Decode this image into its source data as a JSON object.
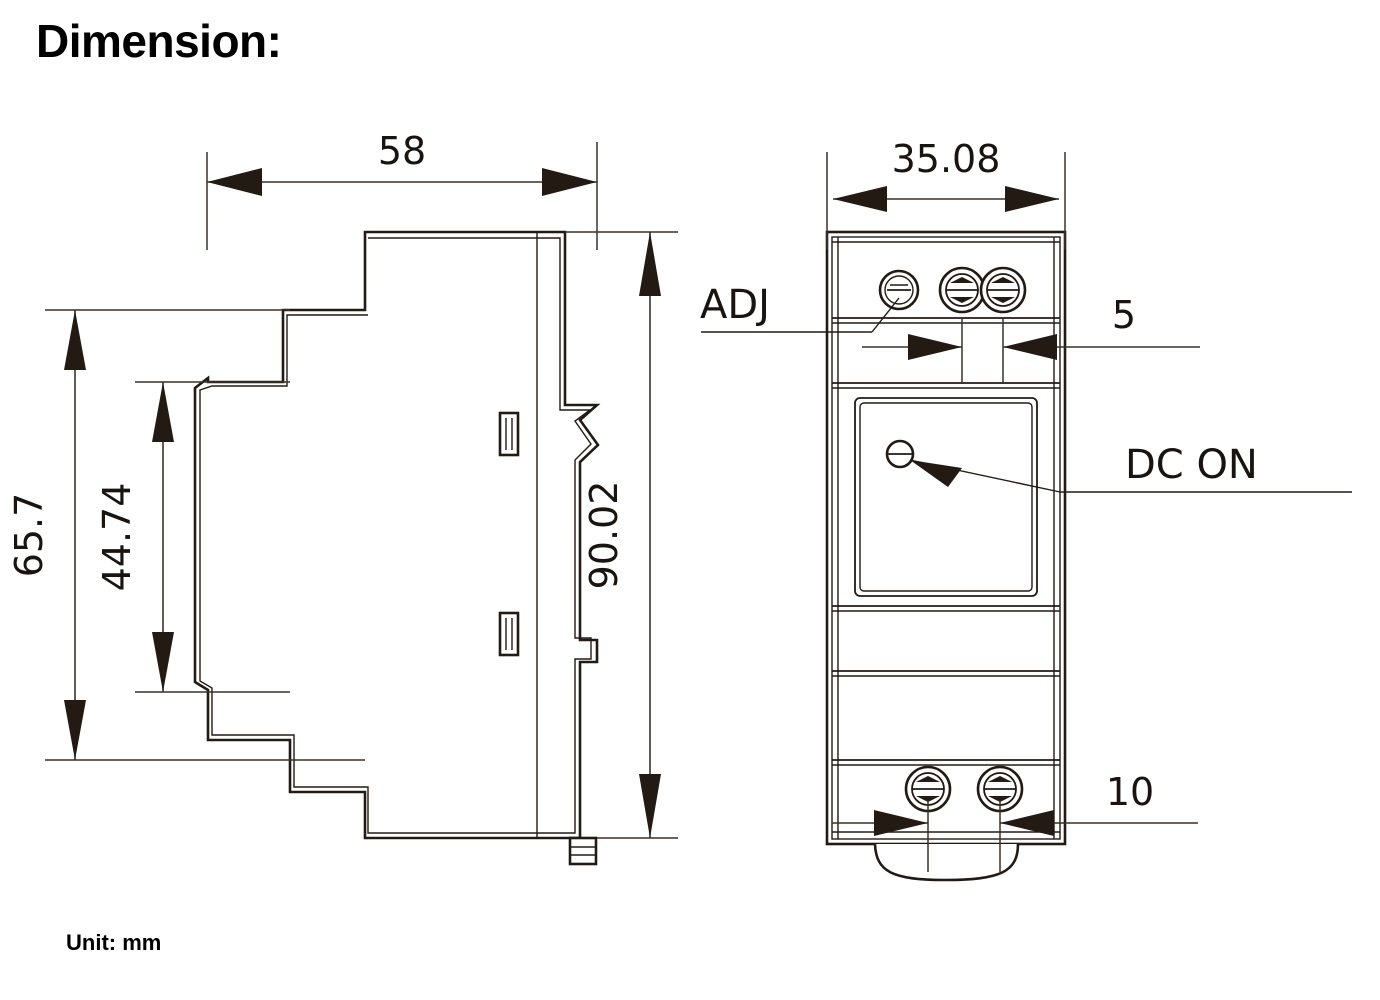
{
  "page": {
    "title": "Dimension:",
    "unit_note": "Unit: mm",
    "background_color": "#ffffff",
    "line_color": "#231a14",
    "text_color": "#1a1410"
  },
  "drawing": {
    "type": "mechanical-dimension-drawing",
    "subject": "DIN-rail mounted module",
    "views": [
      {
        "name": "side-view",
        "position": "left"
      },
      {
        "name": "front-view",
        "position": "right"
      }
    ]
  },
  "dimensions": {
    "side_view": [
      {
        "id": "depth",
        "value": "58",
        "orientation": "horizontal",
        "position": "top"
      },
      {
        "id": "overall-height-front",
        "value": "65.7",
        "orientation": "vertical",
        "position": "far-left"
      },
      {
        "id": "body-height",
        "value": "44.74",
        "orientation": "vertical",
        "position": "left-inner"
      },
      {
        "id": "total-height",
        "value": "90.02",
        "orientation": "vertical",
        "position": "right"
      }
    ],
    "front_view": [
      {
        "id": "width",
        "value": "35.08",
        "orientation": "horizontal",
        "position": "top"
      },
      {
        "id": "terminal-pitch-top",
        "value": "5",
        "orientation": "horizontal",
        "position": "upper-right"
      },
      {
        "id": "terminal-pitch-bottom",
        "value": "10",
        "orientation": "horizontal",
        "position": "lower-right"
      }
    ]
  },
  "callouts": [
    {
      "id": "adj-screw",
      "label": "ADJ",
      "target": "adjustment-screw",
      "side": "left"
    },
    {
      "id": "dc-on-led",
      "label": "DC   ON",
      "target": "status-led",
      "side": "right"
    }
  ],
  "front_view_parts": {
    "adjustment_screw": "slotted-adjust-screw",
    "top_terminals": 2,
    "bottom_terminals": 2,
    "led_indicator": "dc-on-led",
    "din_clip": "bottom-rail-clip"
  }
}
